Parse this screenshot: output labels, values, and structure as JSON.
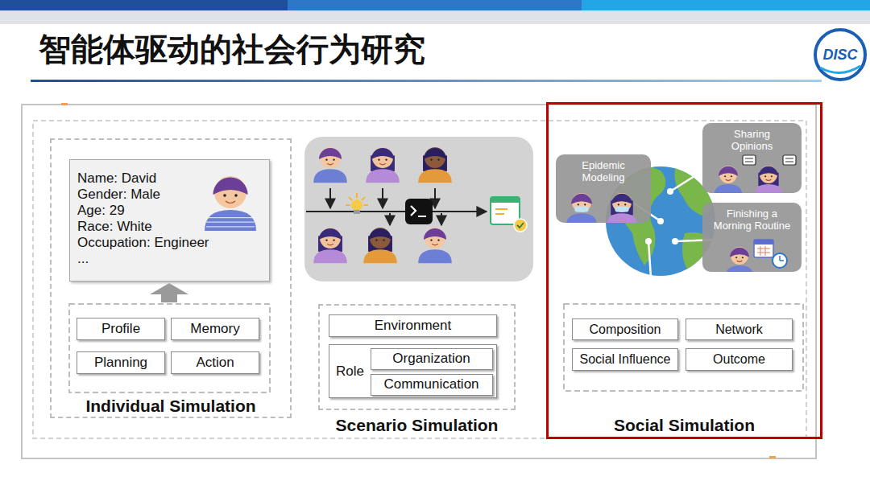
{
  "diagram": {
    "title": "智能体驱动的社会行为研究",
    "nodes": [
      {
        "text": [
          "Individual Simulation"
        ]
      },
      {
        "text": [
          "Name: David",
          "Gender: Male",
          "Age: 29",
          "Race: White",
          "Occupation: Engineer",
          "..."
        ],
        "in": 0
      },
      {
        "text": [
          "Profile"
        ],
        "in": 0
      },
      {
        "text": [
          "Memory"
        ],
        "in": 0
      },
      {
        "text": [
          "Planning"
        ],
        "in": 0
      },
      {
        "text": [
          "Action"
        ],
        "in": 0
      },
      {
        "text": [
          "Scenario Simulation"
        ]
      },
      {
        "text": [
          "Environment"
        ],
        "in": 6
      },
      {
        "text": [
          "Role"
        ],
        "in": 6
      },
      {
        "text": [
          "Organization"
        ],
        "in": 8
      },
      {
        "text": [
          "Communication"
        ],
        "in": 8
      },
      {
        "text": [
          "Social Simulation"
        ]
      },
      {
        "text": [
          "Epidemic Modeling"
        ],
        "in": 11
      },
      {
        "text": [
          "Sharing Opinions"
        ],
        "in": 11
      },
      {
        "text": [
          "Finishing a Morning Routine"
        ],
        "in": 11
      },
      {
        "text": [
          "Composition"
        ],
        "in": 11
      },
      {
        "text": [
          "Network"
        ],
        "in": 11
      },
      {
        "text": [
          "Social Influence"
        ],
        "in": 11
      },
      {
        "text": [
          "Outcome"
        ],
        "in": 11
      }
    ],
    "labels": [
      "DISC"
    ]
  }
}
